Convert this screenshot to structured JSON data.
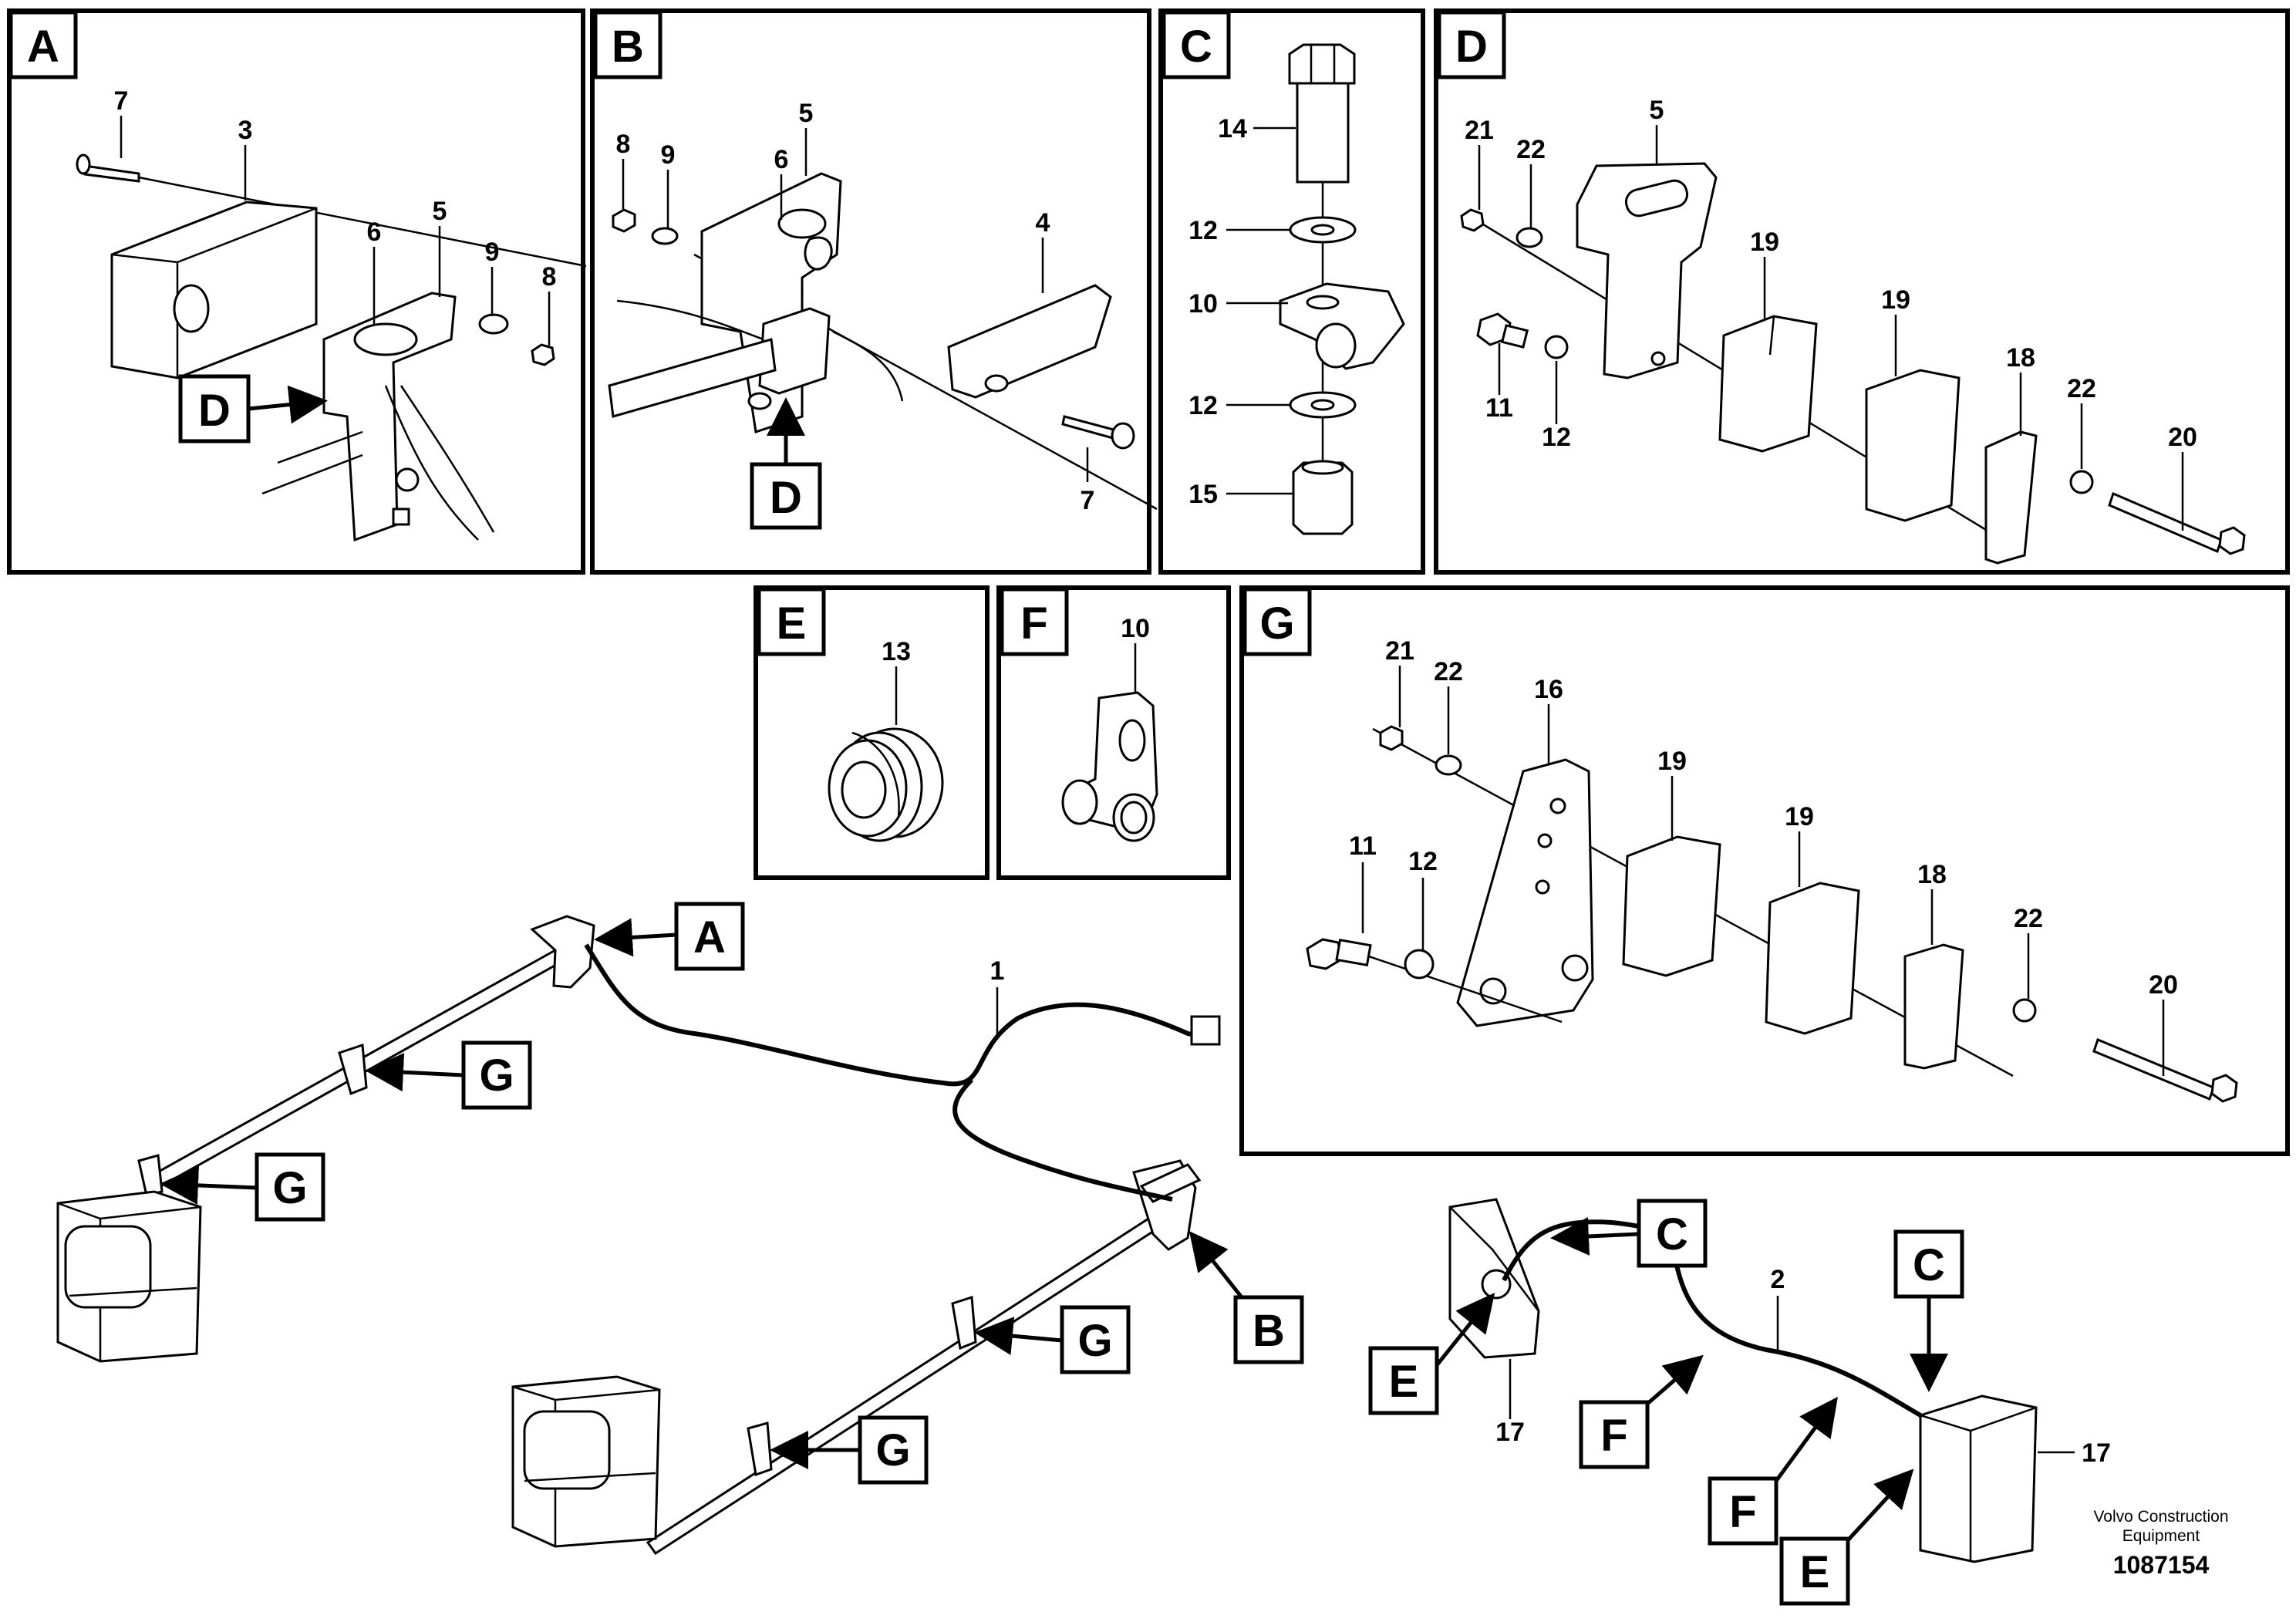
{
  "panels": {
    "A": {
      "letter": "A",
      "callouts": [
        "7",
        "3",
        "6",
        "5",
        "9",
        "8"
      ],
      "ref": "D"
    },
    "B": {
      "letter": "B",
      "callouts": [
        "8",
        "9",
        "5",
        "6",
        "4",
        "7"
      ],
      "ref": "D"
    },
    "C": {
      "letter": "C",
      "callouts": [
        "14",
        "12",
        "10",
        "12",
        "15"
      ]
    },
    "D": {
      "letter": "D",
      "callouts": [
        "21",
        "22",
        "5",
        "19",
        "19",
        "11",
        "12",
        "18",
        "22",
        "20"
      ]
    },
    "E": {
      "letter": "E",
      "callouts": [
        "13"
      ]
    },
    "F": {
      "letter": "F",
      "callouts": [
        "10"
      ]
    },
    "G": {
      "letter": "G",
      "callouts": [
        "21",
        "22",
        "16",
        "19",
        "19",
        "11",
        "12",
        "18",
        "22",
        "20"
      ]
    }
  },
  "overview": {
    "arrow_tags": [
      "A",
      "G",
      "G",
      "B",
      "G",
      "G",
      "C",
      "C",
      "E",
      "F",
      "F",
      "E"
    ],
    "callouts": [
      "1",
      "2",
      "17",
      "17"
    ]
  },
  "footer": {
    "company_line1": "Volvo Construction",
    "company_line2": "Equipment",
    "drawing_number": "1087154"
  }
}
